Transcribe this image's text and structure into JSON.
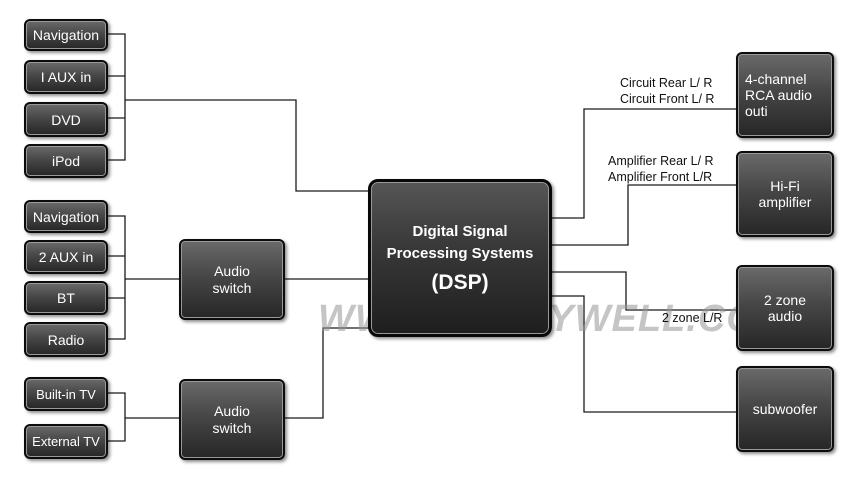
{
  "sources_group1": [
    "Navigation",
    "I AUX in",
    "DVD",
    "iPod"
  ],
  "sources_group2": [
    "Navigation",
    "2 AUX in",
    "BT",
    "Radio"
  ],
  "sources_group3": [
    "Built-in TV",
    "External TV"
  ],
  "audio_switch_1": "Audio switch",
  "audio_switch_2": "Audio switch",
  "dsp": {
    "line1": "Digital Signal",
    "line2": "Processing Systems",
    "line3": "(DSP)"
  },
  "outputs": {
    "rca": {
      "label": "4-channel RCA audio outi",
      "signal_1": "Circuit Rear L/ R",
      "signal_2": "Circuit Front L/ R"
    },
    "hifi": {
      "label": "Hi-Fi amplifier",
      "signal_1": "Amplifier Rear L/ R",
      "signal_2": "Amplifier Front L/R"
    },
    "zone": {
      "label": "2 zone audio",
      "signal_1": "2 zone L/R"
    },
    "sub": {
      "label": "subwoofer"
    }
  },
  "watermark": "WWW.SZWAYWELL.COM"
}
